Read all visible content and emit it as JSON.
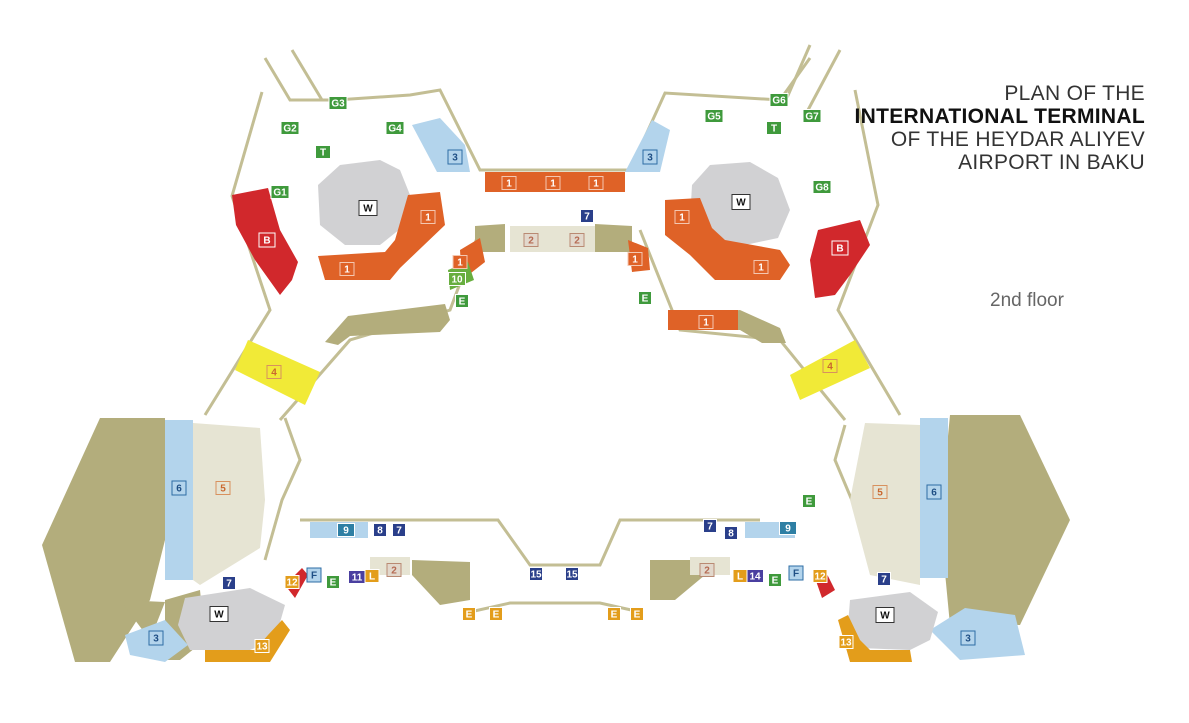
{
  "title": {
    "line1": "PLAN OF THE",
    "line2": "INTERNATIONAL TERMINAL",
    "line3": "OF THE HEYDAR ALIYEV",
    "line4": "AIRPORT IN BAKU"
  },
  "floor_label": "2nd floor",
  "colors": {
    "outline": "#c3be94",
    "khaki": "#b3ad7c",
    "pale_beige": "#e6e4d3",
    "light_blue": "#b3d4ec",
    "gray": "#d1d1d3",
    "orange_red": "#df6227",
    "red": "#d1282c",
    "yellow": "#f1ea37",
    "amber": "#e39d1b",
    "green": "#3f9a3c",
    "navy": "#2a3f8a",
    "teal": "#2e7fa4",
    "purple": "#4a3fa0"
  },
  "markers": {
    "gates": {
      "g1": "G1",
      "g2": "G2",
      "g3": "G3",
      "g4": "G4",
      "g5": "G5",
      "g6": "G6",
      "g7": "G7",
      "g8": "G8"
    },
    "t": "T",
    "w": "W",
    "b": "B",
    "e": "E",
    "f": "F",
    "l": "L",
    "n1": "1",
    "n2": "2",
    "n3": "3",
    "n4": "4",
    "n5": "5",
    "n6": "6",
    "n7": "7",
    "n8": "8",
    "n9": "9",
    "n10": "10",
    "n11": "11",
    "n12": "12",
    "n13": "13",
    "n14": "14",
    "n15": "15"
  }
}
